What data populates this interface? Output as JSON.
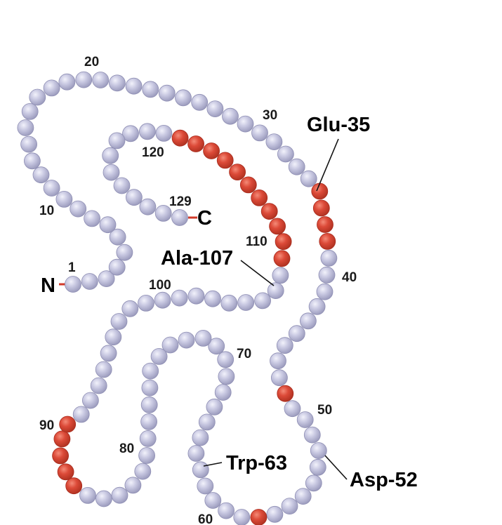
{
  "colors": {
    "residue": "#c3c3de",
    "residue_edge": "#8f8fb4",
    "highlight": "#dc4a38",
    "highlight_edge": "#a92c1e",
    "text": "#000000"
  },
  "terminals": {
    "n": "N",
    "c": "C"
  },
  "residue_numbers": {
    "r1": "1",
    "r10": "10",
    "r20": "20",
    "r30": "30",
    "r40": "40",
    "r50": "50",
    "r60": "60",
    "r70": "70",
    "r80": "80",
    "r90": "90",
    "r100": "100",
    "r110": "110",
    "r120": "120",
    "r129": "129"
  },
  "labels": {
    "glu35": "Glu-35",
    "ala107": "Ala-107",
    "trp63": "Trp-63",
    "asp52": "Asp-52"
  },
  "highlighted_residues": [
    "Glu-35",
    "Asp-52",
    "Trp-63",
    "Ala-107"
  ]
}
